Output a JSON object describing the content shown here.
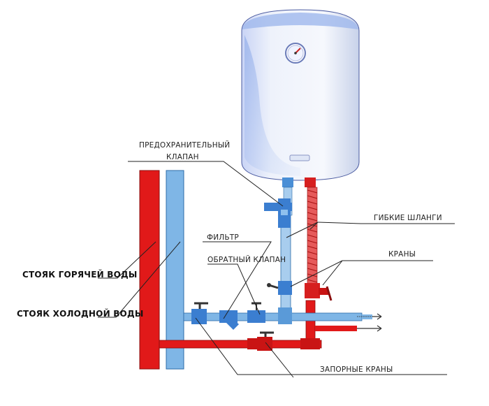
{
  "labels": {
    "safety_valve_line1": "ПРЕДОХРАНИТЕЛЬНЫЙ",
    "safety_valve_line2": "КЛАПАН",
    "filter": "ФИЛЬТР",
    "check_valve": "ОБРАТНЫЙ КЛАПАН",
    "flex_hoses": "ГИБКИЕ ШЛАНГИ",
    "taps": "КРАНЫ",
    "hot_riser": "СТОЯК ГОРЯЧЕЙ ВОДЫ",
    "cold_riser": "СТОЯК ХОЛОДНОЙ ВОДЫ",
    "shutoff_taps": "ЗАПОРНЫЕ КРАНЫ"
  },
  "colors": {
    "hot": "#e11919",
    "cold": "#7fb6e6",
    "heater_body": "#eef3fb",
    "heater_accent": "#8aa8e8",
    "line": "#222222"
  }
}
